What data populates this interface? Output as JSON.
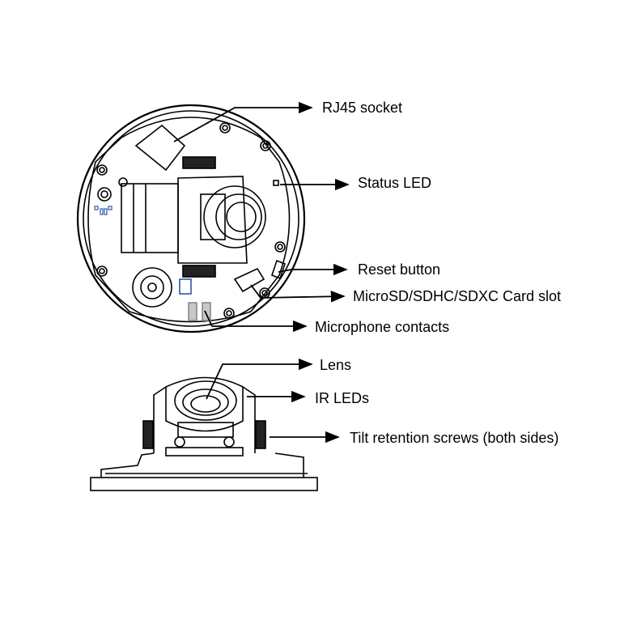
{
  "labels": {
    "rj45": "RJ45 socket",
    "status_led": "Status LED",
    "reset": "Reset button",
    "sd_slot": "MicroSD/SDHC/SDXC Card slot",
    "microphone": "Microphone contacts",
    "lens": "Lens",
    "ir_leds": "IR LEDs",
    "tilt_screws": "Tilt retention screws (both sides)"
  },
  "colors": {
    "line": "#000000",
    "accent": "#2b5aa8",
    "contacts": "#c8c8c8"
  }
}
